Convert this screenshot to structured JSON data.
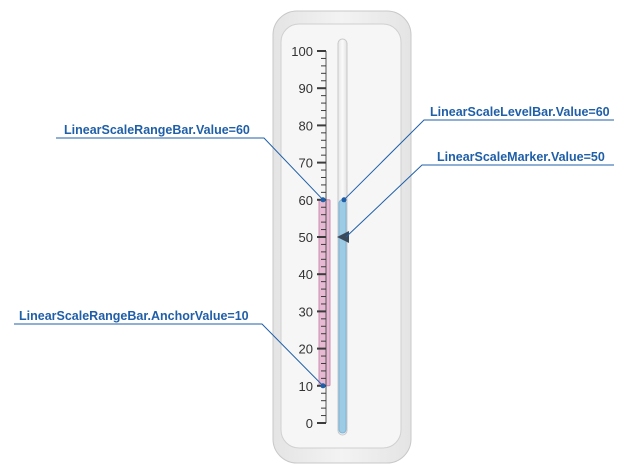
{
  "gauge": {
    "scale": {
      "min": 0,
      "max": 100,
      "major_step": 10,
      "minor_step": 2
    },
    "tick_labels": [
      "0",
      "10",
      "20",
      "30",
      "40",
      "50",
      "60",
      "70",
      "80",
      "90",
      "100"
    ],
    "range_bar": {
      "anchor_value": 10,
      "value": 60,
      "color": "#e8b9d3",
      "edge_color": "#c98db0"
    },
    "level_bar": {
      "value": 60,
      "color": "#9ccbe6",
      "edge_color": "#7fb6d7"
    },
    "marker": {
      "value": 50,
      "color": "#3a4a5a"
    },
    "frame_colors": {
      "outer": "#ececec",
      "inner": "#f6f6f6",
      "border": "#c8c8c8"
    },
    "accent_color": "#1f5fa8"
  },
  "callouts": {
    "range_bar_value": "LinearScaleRangeBar.Value=60",
    "level_bar_value": "LinearScaleLevelBar.Value=60",
    "marker_value": "LinearScaleMarker.Value=50",
    "range_bar_anchor": "LinearScaleRangeBar.AnchorValue=10"
  }
}
